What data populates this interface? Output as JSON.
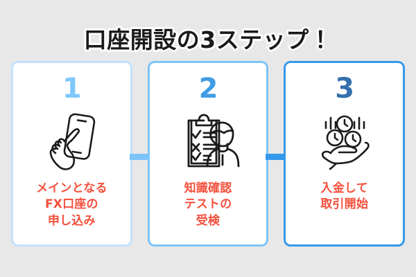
{
  "header": {
    "title": "口座開設の3ステップ！"
  },
  "colors": {
    "background": "#e8e8e8",
    "card_surface": "#ffffff",
    "caption_red": "#f4513d",
    "title_black": "#1a1a1a",
    "title_outline": "#ffffff",
    "step1_blue": "#7ec8fa",
    "step2_blue": "#3f9ce4",
    "step3_blue": "#3470ad",
    "card1_border": "#c2e1fb",
    "card2_border": "#7cc3f8",
    "card3_border": "#3498ec",
    "icon_stroke": "#1a1a1a"
  },
  "steps": [
    {
      "number": "1",
      "icon": "smartphone-tap-icon",
      "caption_lines": [
        "メインとなる",
        "FX口座の",
        "申し込み"
      ]
    },
    {
      "number": "2",
      "icon": "clipboard-checklist-person-icon",
      "caption_lines": [
        "知識確認",
        "テストの",
        "受検"
      ]
    },
    {
      "number": "3",
      "icon": "coins-in-hand-icon",
      "caption_lines": [
        "入金して",
        "取引開始"
      ]
    }
  ],
  "connectors": [
    {
      "name": "connector-1-to-2"
    },
    {
      "name": "connector-2-to-3"
    }
  ]
}
